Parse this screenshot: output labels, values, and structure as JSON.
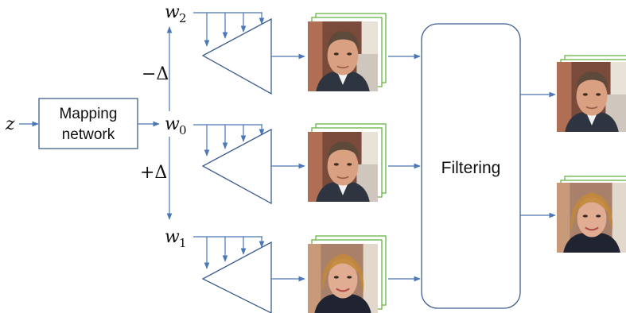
{
  "labels": {
    "z": "z",
    "mapping_line1": "Mapping",
    "mapping_line2": "network",
    "w": "w",
    "w2_sub": "2",
    "w0_sub": "0",
    "w1_sub": "1",
    "minus_delta": "−Δ",
    "plus_delta": "+Δ",
    "filtering": "Filtering"
  },
  "colors": {
    "arrow": "#4a78b8",
    "box_stroke": "#3f5f8f",
    "stack_frame": "#66b344"
  },
  "icons": {
    "generator": "triangle-generator-icon",
    "face": "face-photo-icon"
  }
}
